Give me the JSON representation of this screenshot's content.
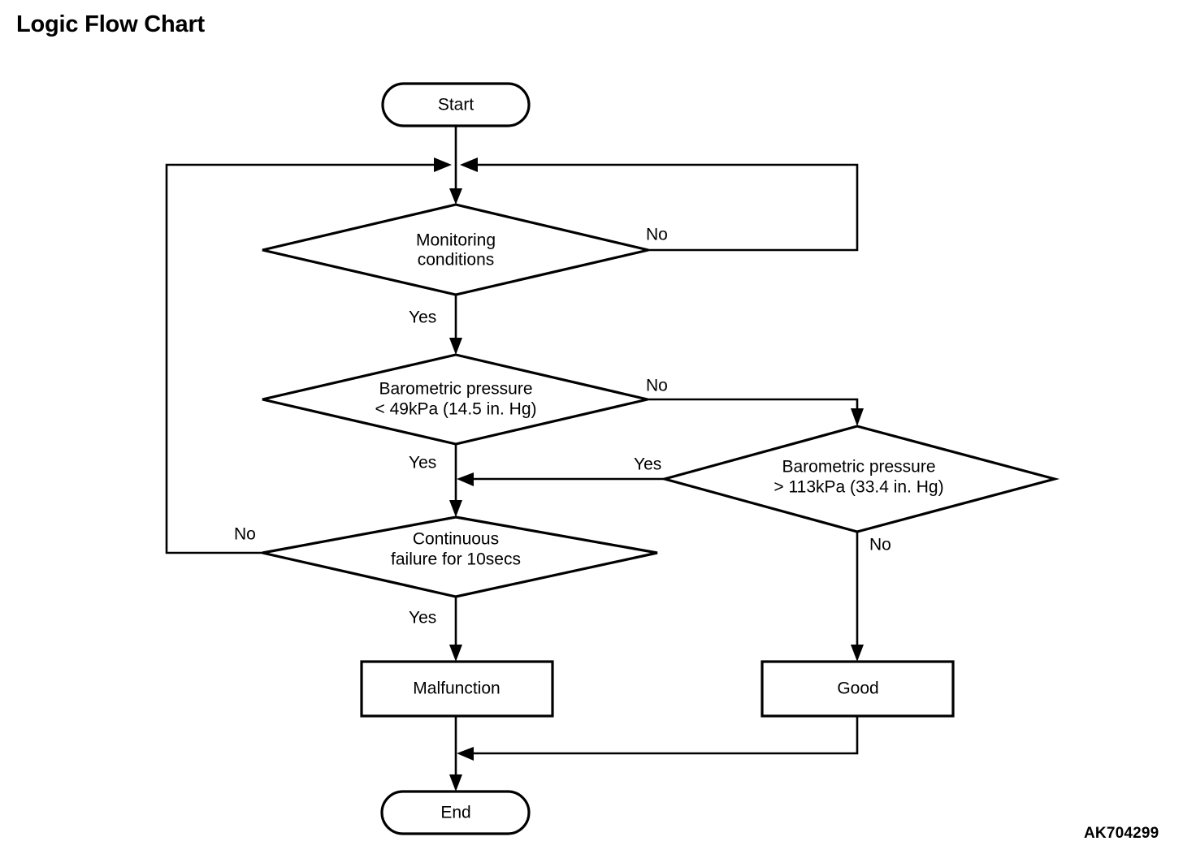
{
  "page": {
    "title": "Logic Flow Chart",
    "figure_code": "AK704299",
    "background_color": "#ffffff",
    "line_color": "#000000"
  },
  "chart_data": {
    "type": "diagram",
    "diagram_type": "flowchart",
    "title": "Logic Flow Chart",
    "nodes": [
      {
        "id": "start",
        "shape": "stadium",
        "label": "Start"
      },
      {
        "id": "monitoring",
        "shape": "diamond",
        "label": "Monitoring\nconditions",
        "line1": "Monitoring",
        "line2": "conditions"
      },
      {
        "id": "baro_low",
        "shape": "diamond",
        "label": "Barometric pressure\n< 49kPa (14.5 in. Hg)",
        "line1": "Barometric pressure",
        "line2": "< 49kPa (14.5 in. Hg)"
      },
      {
        "id": "baro_high",
        "shape": "diamond",
        "label": "Barometric pressure\n> 113kPa (33.4 in. Hg)",
        "line1": "Barometric pressure",
        "line2": "> 113kPa (33.4 in. Hg)"
      },
      {
        "id": "continuous",
        "shape": "diamond",
        "label": "Continuous\nfailure for 10secs",
        "line1": "Continuous",
        "line2": "failure for 10secs"
      },
      {
        "id": "malfunction",
        "shape": "rectangle",
        "label": "Malfunction"
      },
      {
        "id": "good",
        "shape": "rectangle",
        "label": "Good"
      },
      {
        "id": "end",
        "shape": "stadium",
        "label": "End"
      }
    ],
    "edges": [
      {
        "from": "start",
        "to": "monitoring",
        "label": ""
      },
      {
        "from": "monitoring",
        "to": "start_join",
        "label": "No"
      },
      {
        "from": "monitoring",
        "to": "baro_low",
        "label": "Yes"
      },
      {
        "from": "baro_low",
        "to": "baro_high",
        "label": "No"
      },
      {
        "from": "baro_low",
        "to": "continuous",
        "label": "Yes"
      },
      {
        "from": "baro_high",
        "to": "continuous",
        "label": "Yes"
      },
      {
        "from": "baro_high",
        "to": "good",
        "label": "No"
      },
      {
        "from": "continuous",
        "to": "start_join",
        "label": "No"
      },
      {
        "from": "continuous",
        "to": "malfunction",
        "label": "Yes"
      },
      {
        "from": "malfunction",
        "to": "end",
        "label": ""
      },
      {
        "from": "good",
        "to": "end",
        "label": ""
      }
    ],
    "edge_labels": {
      "monitoring_no": "No",
      "monitoring_yes": "Yes",
      "baro_low_no": "No",
      "baro_low_yes": "Yes",
      "baro_high_yes": "Yes",
      "baro_high_no": "No",
      "continuous_no": "No",
      "continuous_yes": "Yes"
    }
  }
}
